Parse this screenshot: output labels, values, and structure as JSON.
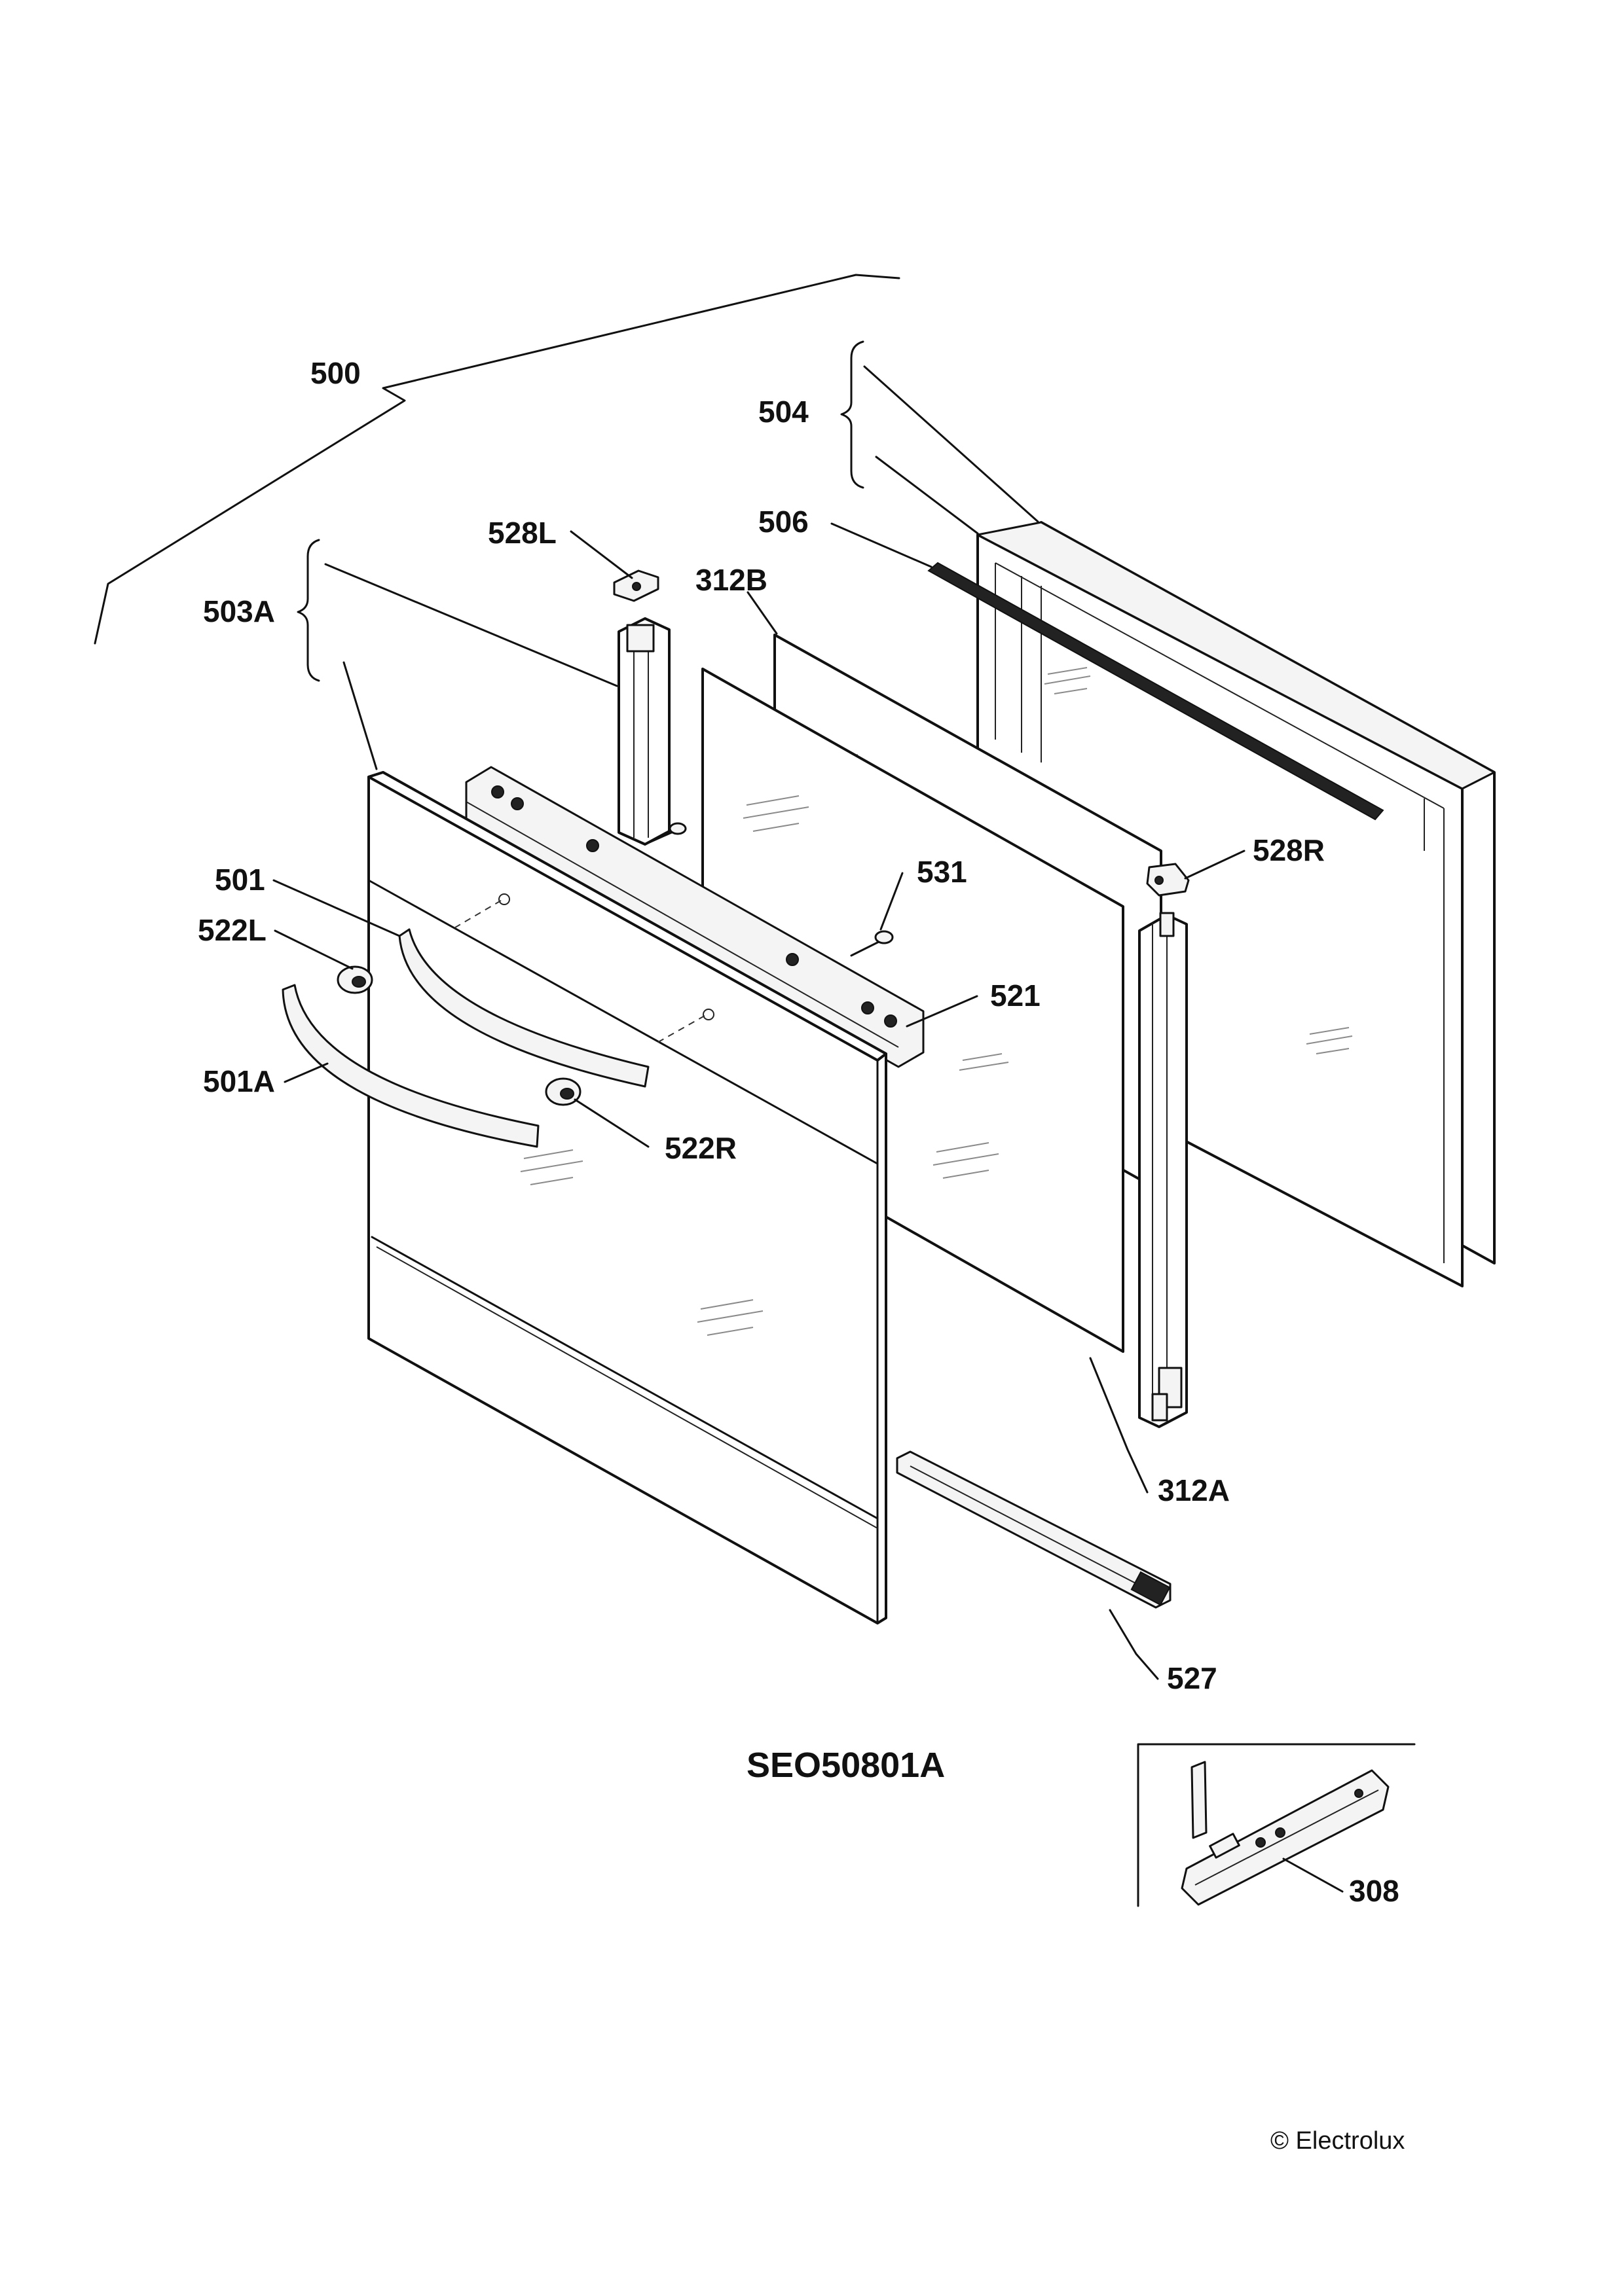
{
  "labels": {
    "l500": "500",
    "l504": "504",
    "l506": "506",
    "l528L": "528L",
    "l312B": "312B",
    "l503A": "503A",
    "l528R": "528R",
    "l501": "501",
    "l531": "531",
    "l522L": "522L",
    "l521": "521",
    "l501A": "501A",
    "l522R": "522R",
    "l312A": "312A",
    "l527": "527",
    "l308": "308"
  },
  "model_code": "SEO50801A",
  "copyright": "© Electrolux"
}
